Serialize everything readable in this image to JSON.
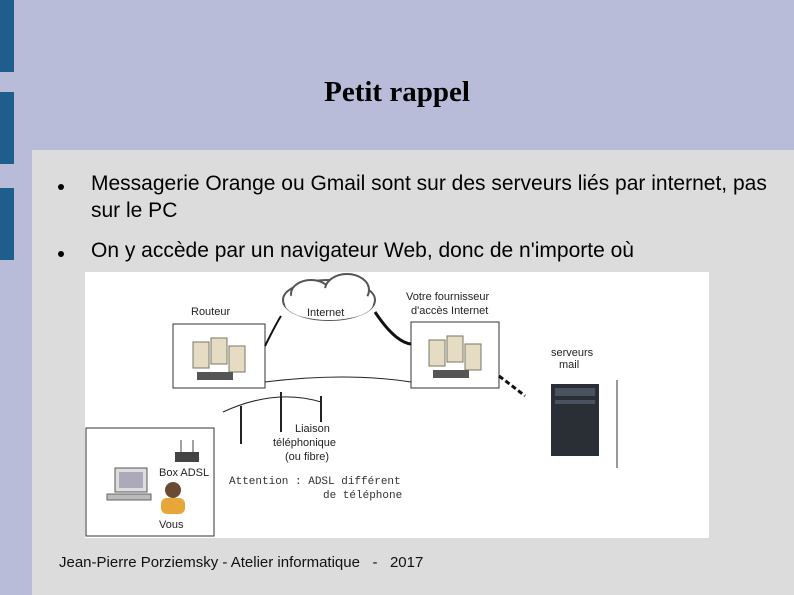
{
  "slide": {
    "title": "Petit rappel",
    "bullets": [
      "Messagerie Orange ou Gmail sont sur des serveurs liés par internet, pas sur le PC",
      "On y accède par un navigateur Web, donc de n'importe où"
    ],
    "footer": "Jean-Pierre Porziemsky - Atelier informatique   -   2017"
  },
  "diagram": {
    "router_label": "Routeur",
    "internet_label": "Internet",
    "isp_label_1": "Votre fournisseur",
    "isp_label_2": "d'accès Internet",
    "mail_label_1": "serveurs",
    "mail_label_2": "mail",
    "phone_line_1": "Liaison",
    "phone_line_2": "téléphonique",
    "phone_line_3": "(ou fibre)",
    "box_label": "Box ADSL",
    "you_label": "Vous",
    "warning_1": "Attention : ADSL différent",
    "warning_2": "de téléphone"
  },
  "colors": {
    "header_bg": "#b8bcd8",
    "accent_bar": "#1f5e8c",
    "content_bg": "#dcdcdc"
  }
}
